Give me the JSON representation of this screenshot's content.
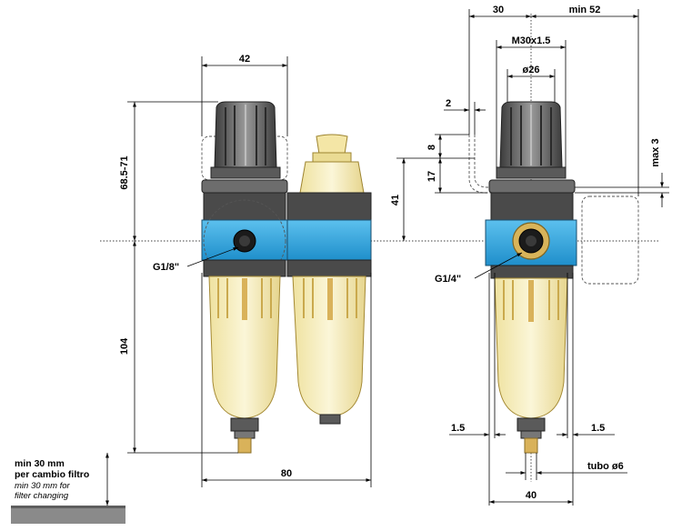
{
  "colors": {
    "body_blue": "#36a9e1",
    "body_dark": "#4a4a4a",
    "bowl_yellow": "#f7efbf",
    "bowl_edge": "#c9a74a",
    "knob_gray": "#6b6b6b",
    "port_gold": "#d8b45a",
    "floor_gray": "#8a8a8a"
  },
  "front_view": {
    "dims": {
      "top_width": "42",
      "height_upper": "68.5-71",
      "height_lower": "104",
      "total_width": "80",
      "port_label": "G1/8\""
    }
  },
  "side_view": {
    "dims": {
      "offset_left": "30",
      "offset_right": "min 52",
      "thread": "M30x1.5",
      "diameter": "ø26",
      "panel": "2",
      "d8": "8",
      "d17": "17",
      "d41": "41",
      "max3": "max 3",
      "port_label": "G1/4\"",
      "left_15": "1.5",
      "right_15": "1.5",
      "tube": "tubo ø6",
      "bottom_width": "40"
    }
  },
  "note": {
    "line1": "min 30 mm",
    "line2": "per cambio filtro",
    "line3": "min 30 mm for",
    "line4": "filter changing"
  }
}
